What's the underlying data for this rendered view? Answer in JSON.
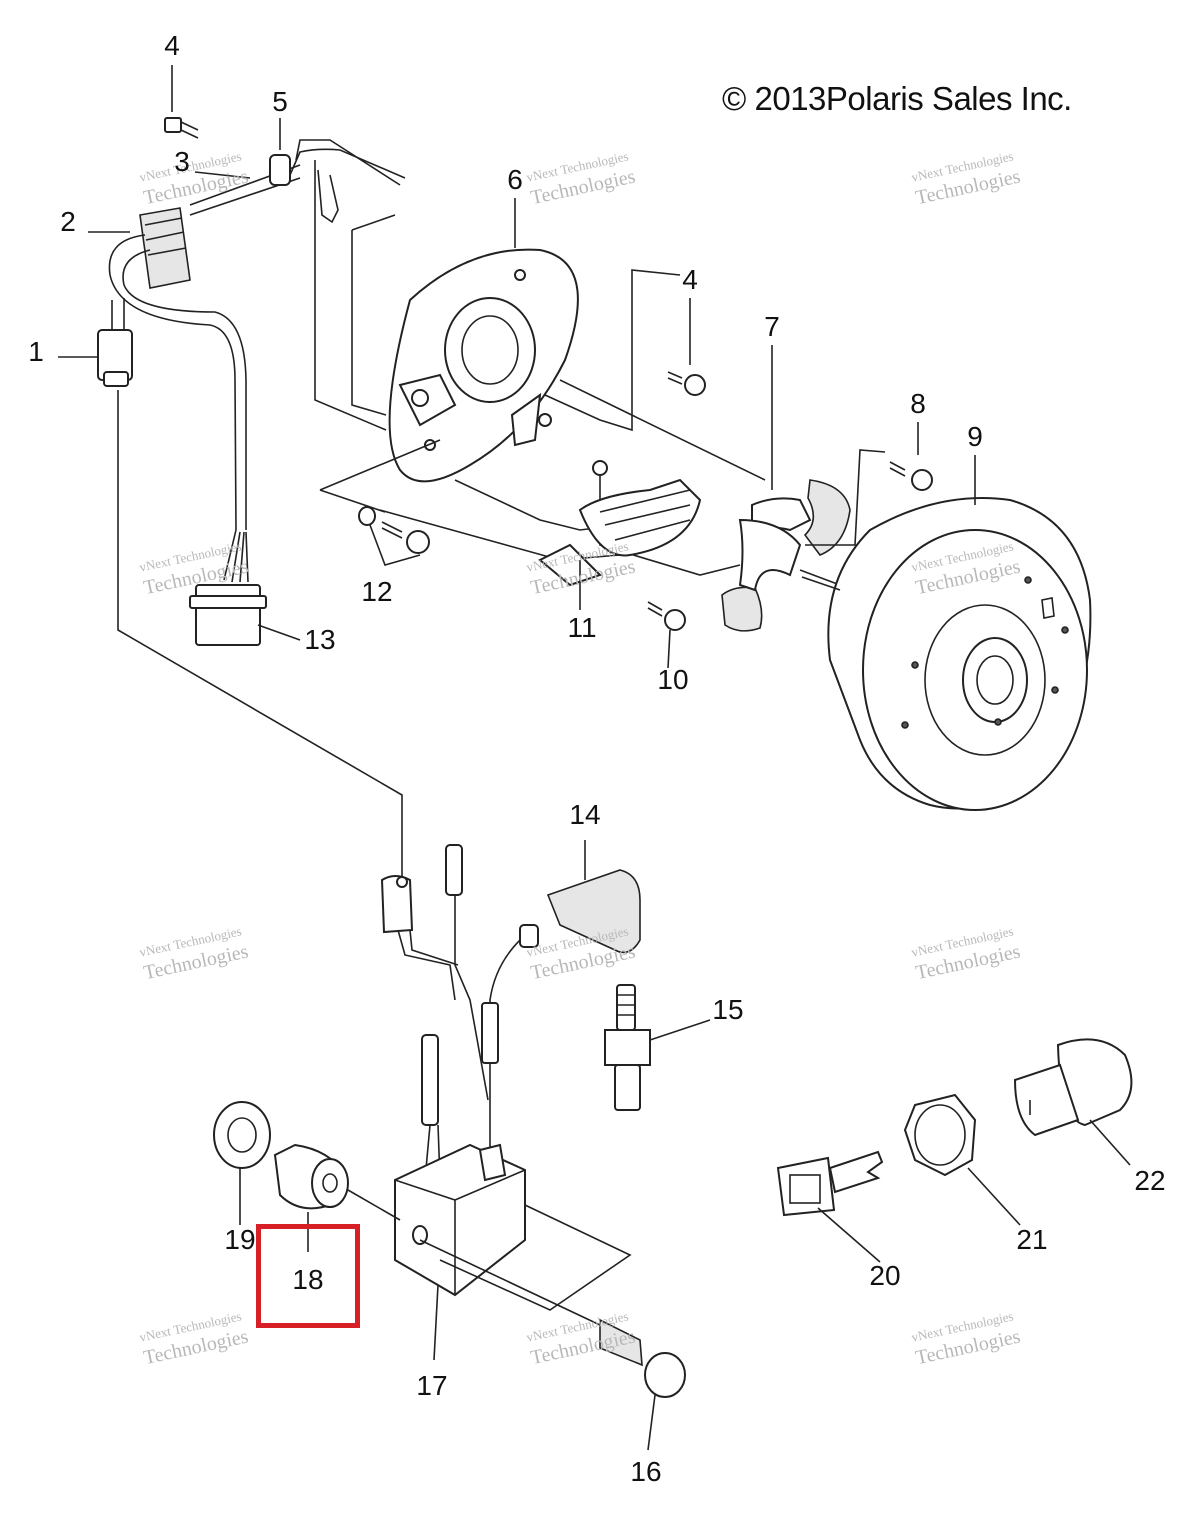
{
  "diagram": {
    "copyright": "© 2013Polaris Sales Inc.",
    "watermark": {
      "line1": "vNext Technologies",
      "line2": "Technologies",
      "top_mark": "vNext"
    },
    "callouts": {
      "c1": "1",
      "c2": "2",
      "c3": "3",
      "c4a": "4",
      "c4b": "4",
      "c5": "5",
      "c6": "6",
      "c7": "7",
      "c8": "8",
      "c9": "9",
      "c10": "10",
      "c11": "11",
      "c12": "12",
      "c13": "13",
      "c14": "14",
      "c15": "15",
      "c16": "16",
      "c17": "17",
      "c18": "18",
      "c19": "19",
      "c20": "20",
      "c21": "21",
      "c22": "22"
    },
    "highlighted_callout": "18",
    "colors": {
      "highlight": "#d71f26",
      "line": "#222222",
      "watermark": "#b8b8b8"
    }
  }
}
